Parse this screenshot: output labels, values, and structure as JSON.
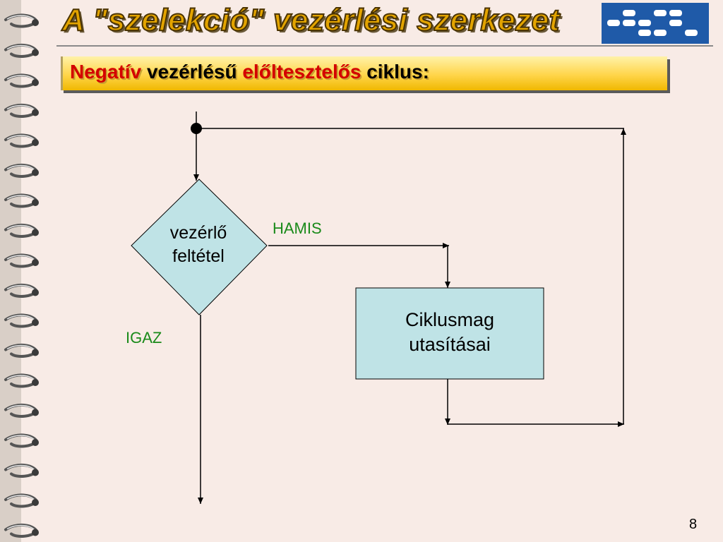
{
  "slide": {
    "title": "A \"szelekció\" vezérlési szerkezet",
    "page_number": "8"
  },
  "subtitle": {
    "part1": "Negatív",
    "part2": "vezérlésű",
    "part3": "előltesztelős",
    "part4": "ciklus:"
  },
  "flowchart": {
    "condition_line1": "vezérlő",
    "condition_line2": "feltétel",
    "false_label": "HAMIS",
    "true_label": "IGAZ",
    "body_line1": "Ciklusmag",
    "body_line2": "utasításai"
  },
  "colors": {
    "title": "#e3a400",
    "subtitle_highlight": "#d40000",
    "branch_label": "#1a8a1a",
    "shape_fill": "#bfe3e6",
    "logo": "#1f5aa8"
  },
  "icons": {
    "spiral_binding": "spiral-binding-icon",
    "logo": "logo-icon"
  }
}
